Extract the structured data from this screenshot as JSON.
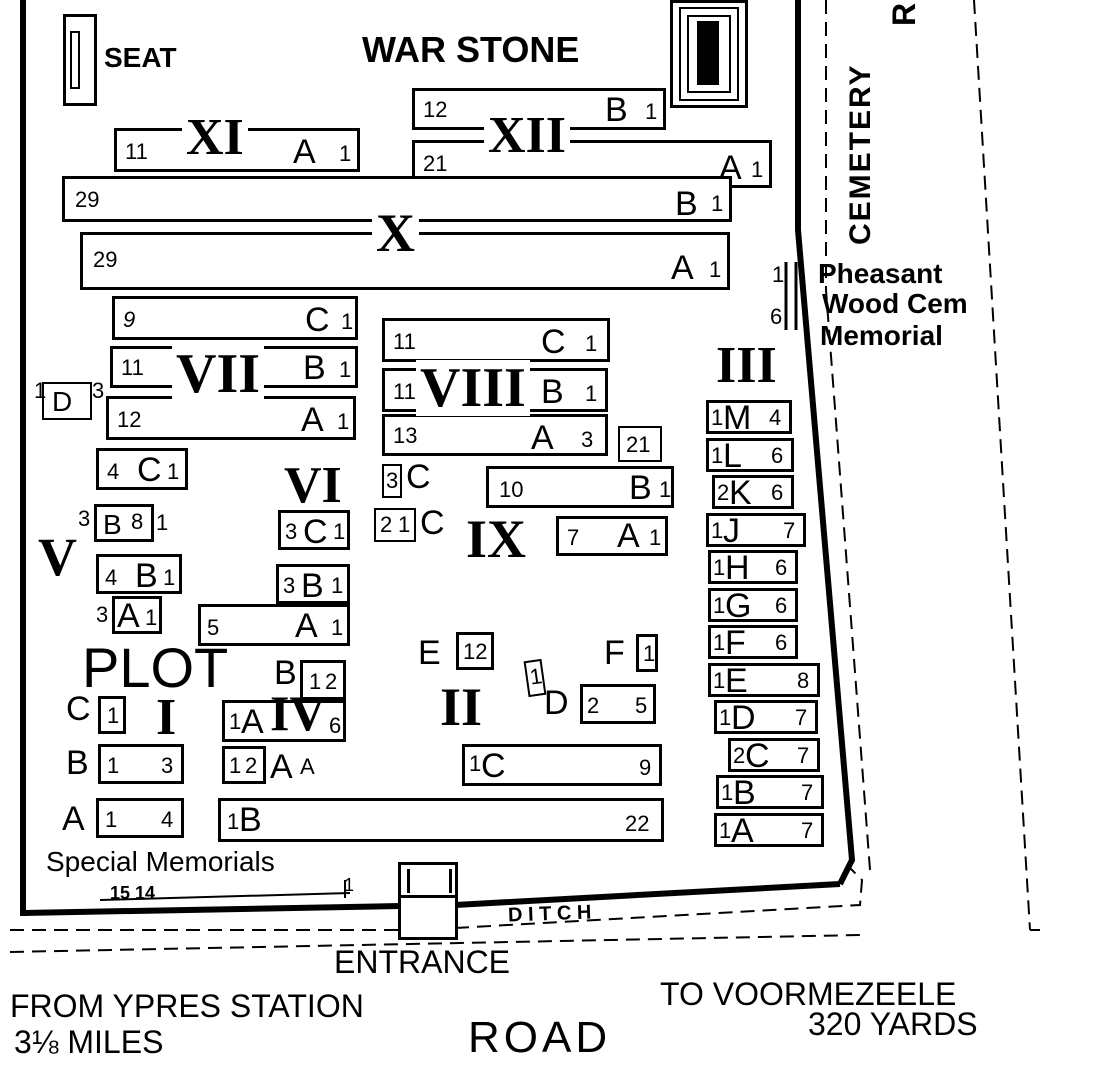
{
  "labels": {
    "seat": "SEAT",
    "war_stone": "WAR STONE",
    "cemetery_road": "CEMETERY",
    "road_r": "R",
    "pheasant1": "Pheasant",
    "pheasant2": "Wood Cem",
    "pheasant3": "Memorial",
    "pheasant_1": "1",
    "pheasant_6": "6",
    "special": "Special Memorials",
    "special_nums": "15 14",
    "special_1": "1",
    "ditch": "D I T C H",
    "entrance": "ENTRANCE",
    "from_ypres1": "FROM YPRES STATION",
    "from_ypres2": "3⅛ MILES",
    "road": "ROAD",
    "to_voor1": "TO VOORMEZEELE",
    "to_voor2": "320 YARDS",
    "plot": "PLOT"
  },
  "plots": {
    "I": "I",
    "II": "II",
    "III": "III",
    "IV": "IV",
    "V": "V",
    "VI": "VI",
    "VII": "VII",
    "VIII": "VIII",
    "IX": "IX",
    "X": "X",
    "XI": "XI",
    "XII": "XII"
  },
  "rows": {
    "xi_a": [
      "11",
      "A",
      "1"
    ],
    "xii_b": [
      "12",
      "B",
      "1"
    ],
    "xii_a": [
      "21",
      "A",
      "1"
    ],
    "x_b": [
      "29",
      "B",
      "1"
    ],
    "x_a": [
      "29",
      "A",
      "1"
    ],
    "vii_c": [
      "9",
      "C",
      "1"
    ],
    "vii_b": [
      "11",
      "B",
      "1"
    ],
    "vii_a": [
      "12",
      "A",
      "1"
    ],
    "vii_d": [
      "1",
      "D",
      "3"
    ],
    "viii_c": [
      "11",
      "C",
      "1"
    ],
    "viii_b": [
      "11",
      "B",
      "1"
    ],
    "viii_a": [
      "13",
      "A",
      "3"
    ],
    "viii_21": "21",
    "vi_c": [
      "4",
      "C",
      "1"
    ],
    "v_b": [
      "3",
      "B",
      "8",
      "1"
    ],
    "v_b2": [
      "4",
      "B",
      "1"
    ],
    "v_a": [
      "3",
      "A",
      "1"
    ],
    "vi_c2": [
      "3",
      "C",
      "1"
    ],
    "vi_b": [
      "3",
      "B",
      "1"
    ],
    "vi_a": [
      "5",
      "A",
      "1"
    ],
    "ix_3c": [
      "3",
      "C"
    ],
    "ix_21c": [
      "2",
      "1",
      "C"
    ],
    "ix_b": [
      "10",
      "B",
      "1"
    ],
    "ix_a": [
      "7",
      "A",
      "1"
    ],
    "iv_b": [
      "B",
      "1",
      "2"
    ],
    "iv_a": [
      "1",
      "A",
      "6"
    ],
    "iv_aa": [
      "1",
      "2",
      "A",
      "A"
    ],
    "iv_b2": [
      "1",
      "B",
      "22"
    ],
    "i_c": [
      "C",
      "1"
    ],
    "i_b": [
      "B",
      "1",
      "3"
    ],
    "i_a": [
      "A",
      "1",
      "4"
    ],
    "ii_e": [
      "E",
      "12"
    ],
    "ii_f": [
      "F",
      "1"
    ],
    "ii_d": [
      "1",
      "D",
      "2",
      "5"
    ],
    "ii_c": [
      "1",
      "C",
      "9"
    ],
    "iii": [
      [
        "1",
        "M",
        "4"
      ],
      [
        "1",
        "L",
        "6"
      ],
      [
        "2",
        "K",
        "6"
      ],
      [
        "1",
        "J",
        "7"
      ],
      [
        "1",
        "H",
        "6"
      ],
      [
        "1",
        "G",
        "6"
      ],
      [
        "1",
        "F",
        "6"
      ],
      [
        "1",
        "E",
        "8"
      ],
      [
        "1",
        "D",
        "7"
      ],
      [
        "2",
        "C",
        "7"
      ],
      [
        "1",
        "B",
        "7"
      ],
      [
        "1",
        "A",
        "7"
      ]
    ]
  }
}
